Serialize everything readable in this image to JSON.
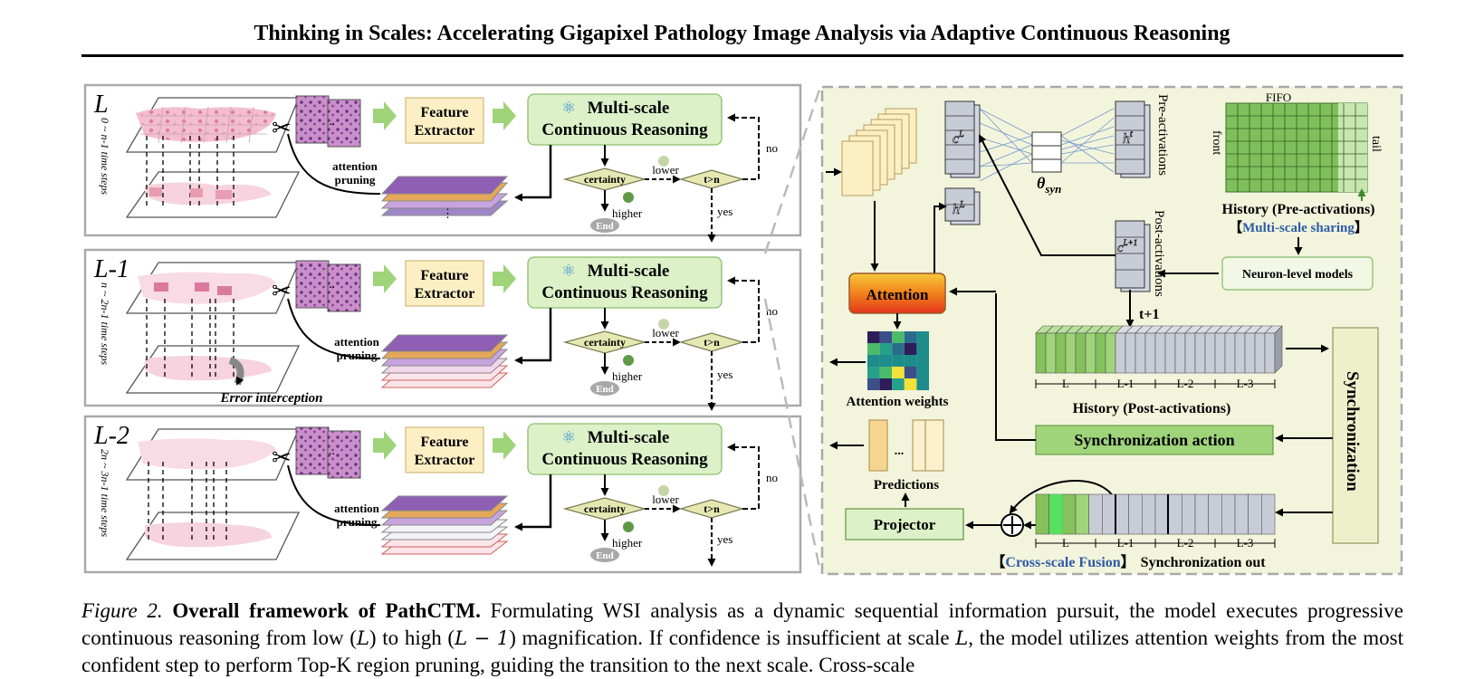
{
  "header": {
    "title": "Thinking in Scales: Accelerating Gigapixel Pathology Image Analysis via Adaptive Continuous Reasoning"
  },
  "left_panel": {
    "rows": [
      {
        "scale": "L",
        "time": "0 ~ n-1 time steps"
      },
      {
        "scale": "L-1",
        "time": "n ~ 2n-1 time steps"
      },
      {
        "scale": "L-2",
        "time": "2n ~ 3n-1 time steps"
      }
    ],
    "feature_extractor": [
      "Feature",
      "Extractor"
    ],
    "mcr": [
      "Multi-scale",
      "Continuous Reasoning"
    ],
    "attention_pruning": [
      "attention",
      "pruning"
    ],
    "certainty": "certainty",
    "lower": "lower",
    "higher": "higher",
    "end": "End",
    "tn": "t>n",
    "no": "no",
    "yes": "yes",
    "error_interception": "Error interception"
  },
  "right_panel": {
    "c_label": "c",
    "c_sup": "L",
    "h_label": "h",
    "h_sup": "L",
    "c_next_sup": "L+1",
    "theta": "θ",
    "theta_sub": "syn",
    "pre_activations": "Pre-activations",
    "post_activations": "Post-activations",
    "fifo": "FIFO",
    "front": "front",
    "tail": "tail",
    "history_pre": "History (Pre-activations)",
    "ms_sharing": "Multi-scale sharing",
    "neuron_models": "Neuron-level models",
    "t_plus_1": "t+1",
    "attention": "Attention",
    "attention_weights": "Attention weights",
    "history_post": "History (Post-activations)",
    "segments": [
      "L",
      "L-1",
      "L-2",
      "L-3"
    ],
    "sync_action": "Synchronization action",
    "synchronization": "Synchronization",
    "predictions": "Predictions",
    "ellipsis": "...",
    "projector": "Projector",
    "cross_scale": "Cross-scale Fusion",
    "sync_out": "Synchronization out",
    "lbr": "【",
    "rbr": "】"
  },
  "caption": {
    "label": "Figure 2.",
    "heading": "Overall framework of PathCTM.",
    "p1": "Formulating WSI analysis as a dynamic sequential information pursuit, the model executes progressive continuous reasoning from low (",
    "v1": "L",
    "p2": ") to high (",
    "v2": "L − 1",
    "p3": ") magnification. If confidence is insufficient at scale ",
    "v3": "L",
    "p4": ", the model utilizes attention weights from the most confident step to perform Top-K region pruning, guiding the transition to the next scale. Cross-scale"
  },
  "colors": {
    "panel_border": "#a9a9a9",
    "right_bg": "#f2f5dc",
    "fe_fill": "#fdefc4",
    "mcr_fill": "#dcf1c8",
    "diamond": "#e5e8b2",
    "green": "#82bd55",
    "grey": "#c8ccd6",
    "blue_text": "#2d5ba8"
  }
}
